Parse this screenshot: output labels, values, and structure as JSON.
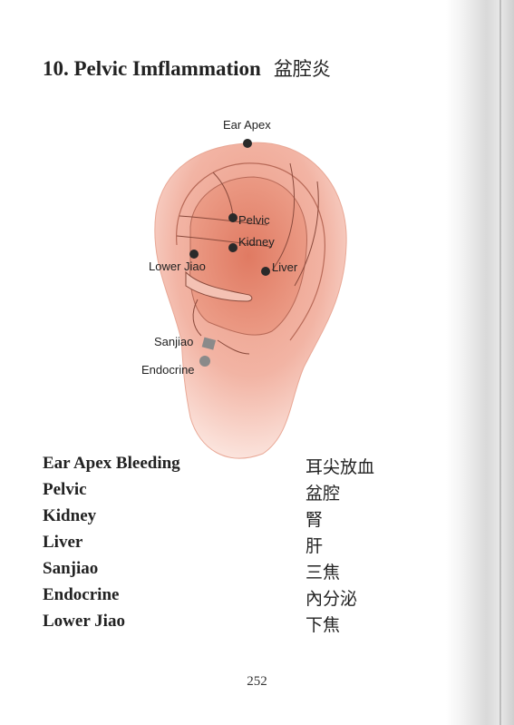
{
  "title": {
    "text": "10. Pelvic Imflammation",
    "chinese": "盆腔炎"
  },
  "ear_labels": {
    "ear_apex": "Ear Apex",
    "pelvic": "Pelvic",
    "kidney": "Kidney",
    "lower_jiao": "Lower Jiao",
    "liver": "Liver",
    "sanjiao": "Sanjiao",
    "endocrine": "Endocrine"
  },
  "points": [
    {
      "english": "Ear Apex Bleeding",
      "chinese": "耳尖放血"
    },
    {
      "english": "Pelvic",
      "chinese": "盆腔"
    },
    {
      "english": "Kidney",
      "chinese": "腎"
    },
    {
      "english": "Liver",
      "chinese": "肝"
    },
    {
      "english": "Sanjiao",
      "chinese": "三焦"
    },
    {
      "english": "Endocrine",
      "chinese": "內分泌"
    },
    {
      "english": "Lower Jiao",
      "chinese": "下焦"
    }
  ],
  "page_number": "252",
  "colors": {
    "ear_outer": "#f2b4a4",
    "ear_inner": "#e8826a",
    "point": "#2a2a2a",
    "square_point": "#8a8a8a"
  }
}
